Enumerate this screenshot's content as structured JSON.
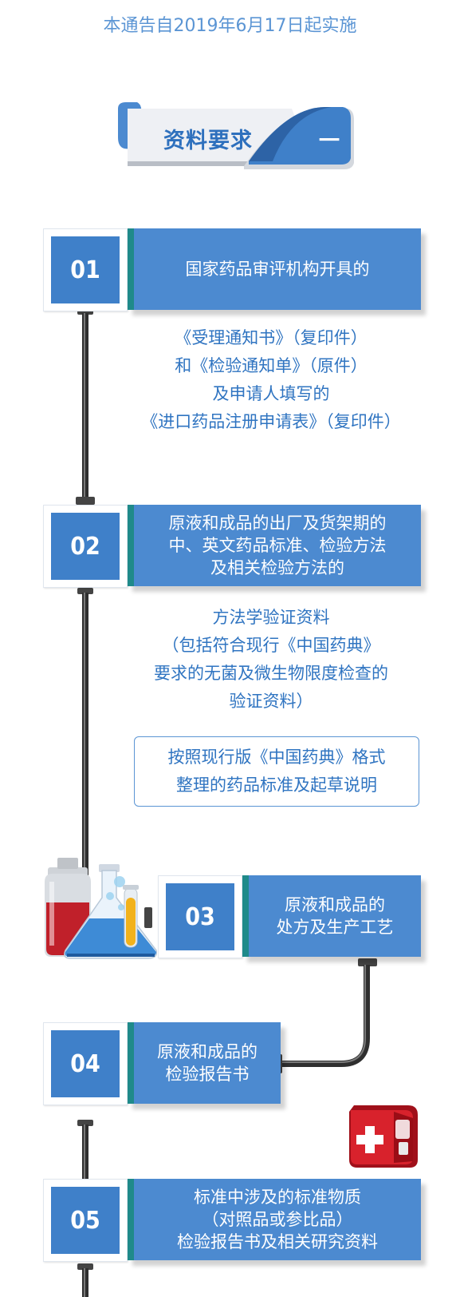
{
  "intro": "本通告自2019年6月17日起实施",
  "banner": {
    "title": "资料要求",
    "number": "一"
  },
  "steps": [
    {
      "num": "01",
      "heading": [
        "国家药品审评机构开具的"
      ]
    },
    {
      "num": "02",
      "heading": [
        "原液和成品的出厂及货架期的",
        "中、英文药品标准、检验方法",
        "及相关检验方法的"
      ]
    },
    {
      "num": "03",
      "heading": [
        "原液和成品的",
        "处方及生产工艺"
      ]
    },
    {
      "num": "04",
      "heading": [
        "原液和成品的",
        "检验报告书"
      ]
    },
    {
      "num": "05",
      "heading": [
        "标准中涉及的标准物质",
        "（对照品或参比品）",
        "检验报告书及相关研究资料"
      ]
    }
  ],
  "para1": [
    "《受理通知书》（复印件）",
    "和《检验通知单》（原件）",
    "及申请人填写的",
    "《进口药品注册申请表》（复印件）"
  ],
  "para2": [
    "方法学验证资料",
    "（包括符合现行《中国药典》",
    "要求的无菌及微生物限度检查的",
    "验证资料）"
  ],
  "boxed_note": [
    "按照现行版《中国药典》格式",
    "整理的药品标准及起草说明"
  ],
  "icons": [
    "lab-flask-icon",
    "first-aid-kit-icon"
  ],
  "colors": {
    "accent": "#4c8ad0",
    "number_box": "#3f80c9",
    "teal_edge": "#1f8a8a",
    "text": "#2f74c1",
    "pipe": "#333333"
  }
}
